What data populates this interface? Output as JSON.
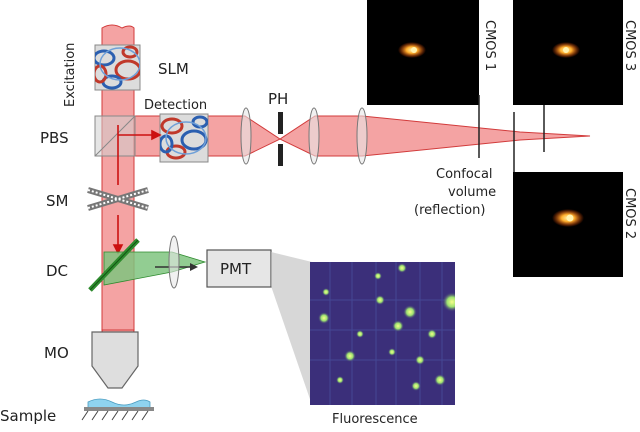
{
  "labels": {
    "excitation": "Excitation",
    "slm": "SLM",
    "detection": "Detection",
    "ph": "PH",
    "pbs": "PBS",
    "sm": "SM",
    "dc": "DC",
    "pmt": "PMT",
    "mo": "MO",
    "sample": "Sample",
    "confocal_line1": "Confocal",
    "confocal_line2": "volume",
    "confocal_line3": "(reflection)",
    "cmos1": "CMOS 1",
    "cmos2": "CMOS 2",
    "cmos3": "CMOS 3",
    "fluorescence": "Fluorescence"
  },
  "colors": {
    "beam_red": "#f4a3a3",
    "beam_edge": "#d23b3b",
    "arrow_red": "#cc1111",
    "fluor_green": "#7fc47f",
    "dichroic_green": "#2e8b2e",
    "fluor_panel_bg": "#3b2f7a",
    "fluor_spot": "#d9f25a",
    "cmos_bg": "#000000",
    "cmos_spot": "#ffb02e"
  }
}
